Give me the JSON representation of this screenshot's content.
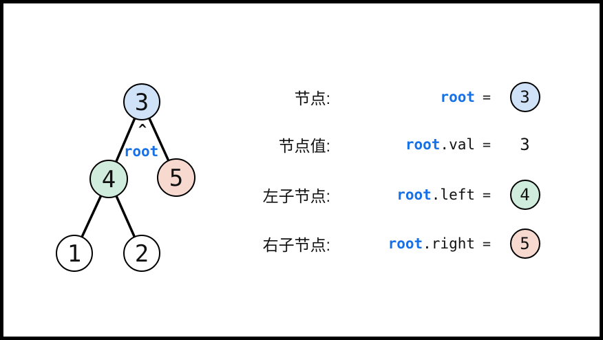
{
  "diagram": {
    "title": "binary-tree-root-pointer-illustration",
    "colors": {
      "keyword_blue": "#1671e8",
      "node_blue": "#cfe2f8",
      "node_green": "#d0ecdd",
      "node_pink": "#f7d9cf",
      "node_white": "#ffffff",
      "stroke_black": "#000000"
    },
    "tree": {
      "pointer_caret": "^",
      "pointer_label": "root",
      "nodes": [
        {
          "id": "root",
          "value": "3"
        },
        {
          "id": "left-child",
          "value": "4"
        },
        {
          "id": "right-child",
          "value": "5"
        },
        {
          "id": "left-left-grandchild",
          "value": "1"
        },
        {
          "id": "left-right-grandchild",
          "value": "2"
        }
      ],
      "edges": [
        [
          "3",
          "4"
        ],
        [
          "3",
          "5"
        ],
        [
          "4",
          "1"
        ],
        [
          "4",
          "2"
        ]
      ]
    },
    "legend_rows": [
      {
        "label": "节点:",
        "keyword": "root",
        "suffix": "",
        "equals": "=",
        "value": "3",
        "value_style": "circle-blue"
      },
      {
        "label": "节点值:",
        "keyword": "root",
        "suffix": ".val",
        "equals": "=",
        "value": "3",
        "value_style": "plain"
      },
      {
        "label": "左子节点:",
        "keyword": "root",
        "suffix": ".left",
        "equals": "=",
        "value": "4",
        "value_style": "circle-green"
      },
      {
        "label": "右子节点:",
        "keyword": "root",
        "suffix": ".right",
        "equals": "=",
        "value": "5",
        "value_style": "circle-pink"
      }
    ]
  }
}
